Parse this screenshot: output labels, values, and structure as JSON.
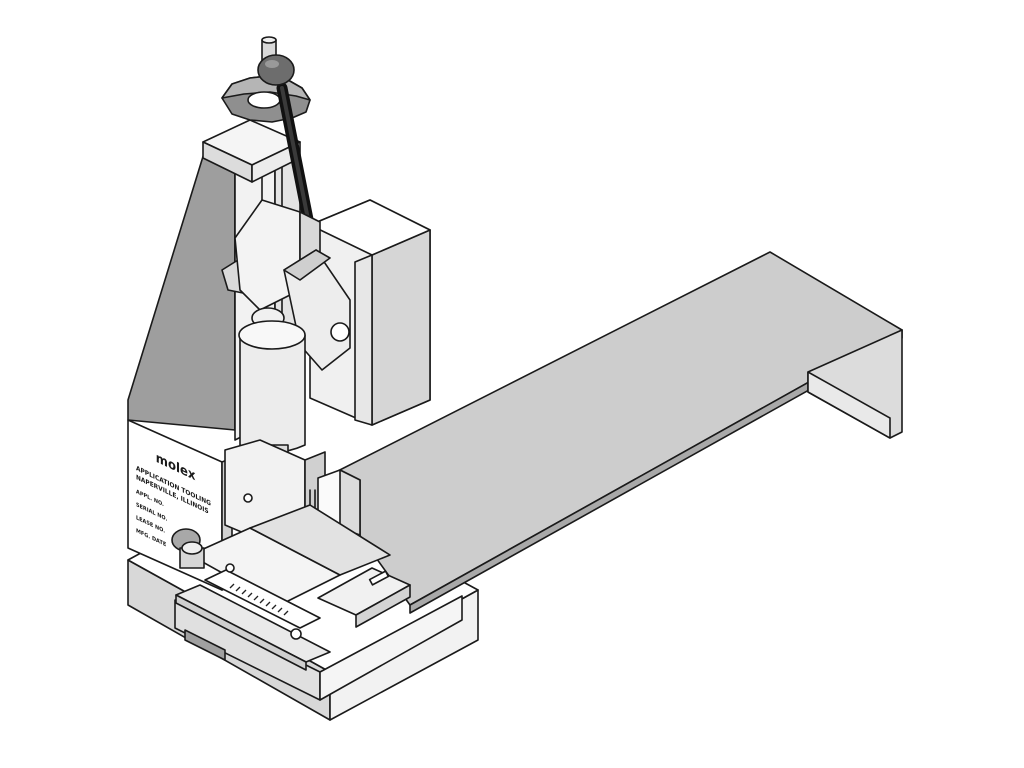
{
  "nameplate": {
    "brand": "molex",
    "line1": "APPLICATION TOOLING",
    "line2": "NAPERVILLE, ILLINOIS",
    "fields": [
      "APPL. NO.",
      "SERIAL NO.",
      "LEASE NO.",
      "MFG. DATE"
    ]
  },
  "colors": {
    "background": "#ffffff",
    "outline": "#1a1a1a",
    "light_metal": "#e8e8e8",
    "mid_metal": "#cfcfcf",
    "dark_metal": "#a8a8a8",
    "handle": "#1c1c1c",
    "knob": "#8a8a8a"
  }
}
